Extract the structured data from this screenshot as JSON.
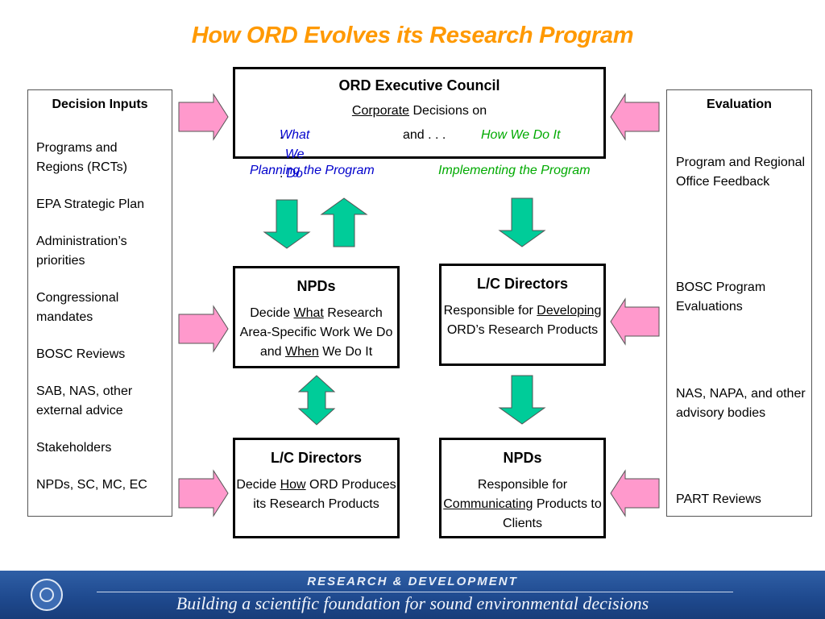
{
  "title": "How ORD Evolves its Research Program",
  "council": {
    "heading": "ORD Executive Council",
    "line2_underlined": "Corporate",
    "line2_rest": " Decisions on",
    "what": "What We Do",
    "dots1": " . . .",
    "and": "and . . .",
    "how": "How We Do It"
  },
  "captions": {
    "planning": "Planning the Program",
    "implementing": "Implementing the Program"
  },
  "npd_top": {
    "heading": "NPDs",
    "t1": "Decide ",
    "u1": "What",
    "t2": " Research Area-Specific Work We Do and ",
    "u2": "When",
    "t3": " We Do It"
  },
  "lc_top": {
    "heading": "L/C Directors",
    "t1": "Responsible for ",
    "u1": "Developing",
    "t2": " ORD’s Research Products"
  },
  "lc_bottom": {
    "heading": "L/C Directors",
    "t1": "Decide ",
    "u1": "How",
    "t2": " ORD Produces its Research Products"
  },
  "npd_bottom": {
    "heading": "NPDs",
    "t1": "Responsible for ",
    "u1": "Communicating",
    "t2": " Products to Clients"
  },
  "decision_inputs": {
    "heading": "Decision Inputs",
    "items": [
      "Programs and Regions (RCTs)",
      "EPA Strategic Plan",
      "Administration’s priorities",
      "Congressional mandates",
      "BOSC Reviews",
      "SAB, NAS, other external advice",
      "Stakeholders",
      "NPDs, SC, MC, EC"
    ]
  },
  "evaluation": {
    "heading": "Evaluation",
    "items": [
      "Program and Regional Office Feedback",
      "BOSC Program Evaluations",
      "NAS, NAPA, and other advisory bodies",
      "PART Reviews"
    ]
  },
  "footer": {
    "banner": "RESEARCH & DEVELOPMENT",
    "tagline": "Building a scientific foundation for sound environmental decisions"
  },
  "colors": {
    "title": "#ff9900",
    "arrow_green": "#00cc99",
    "arrow_pink": "#ff99cc",
    "what_blue": "#0000cc",
    "how_green": "#00aa00",
    "footer_blue": "#1f4a8f"
  }
}
